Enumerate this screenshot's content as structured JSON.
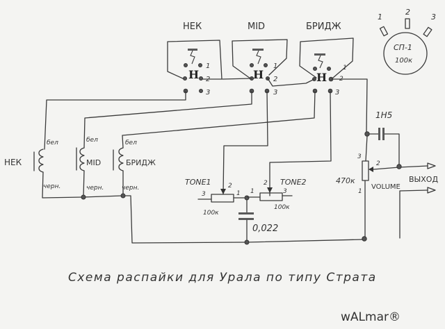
{
  "title": "Схема распайки для Урала по типу Страта",
  "signature": "wALmar®",
  "switches": [
    {
      "label": "НЕК",
      "pins": [
        "1",
        "2",
        "3"
      ]
    },
    {
      "label": "MID",
      "pins": [
        "1",
        "2",
        "3"
      ]
    },
    {
      "label": "БРИДЖ",
      "pins": [
        "1",
        "2",
        "3"
      ]
    }
  ],
  "selector": {
    "name": "СП-1",
    "value": "100к",
    "pins": [
      "1",
      "2",
      "3"
    ]
  },
  "pickups": [
    {
      "label": "НЕК",
      "top_lead": "бел",
      "bottom_lead": "черн."
    },
    {
      "label": "MID",
      "top_lead": "бел",
      "bottom_lead": "черн."
    },
    {
      "label": "БРИДЖ",
      "top_lead": "бел",
      "bottom_lead": "черн."
    }
  ],
  "tone1": {
    "label": "TONE1",
    "value": "100к",
    "pins": [
      "3",
      "2",
      "1"
    ]
  },
  "tone2": {
    "label": "TONE2",
    "value": "100к",
    "pins": [
      "1",
      "2",
      "3"
    ]
  },
  "tone_cap": {
    "value": "0,022"
  },
  "bleed_cap": {
    "value": "1H5"
  },
  "volume": {
    "label": "VOLUME",
    "value": "470к",
    "pins": [
      "3",
      "2",
      "1"
    ]
  },
  "output": {
    "label": "ВЫХОД"
  }
}
